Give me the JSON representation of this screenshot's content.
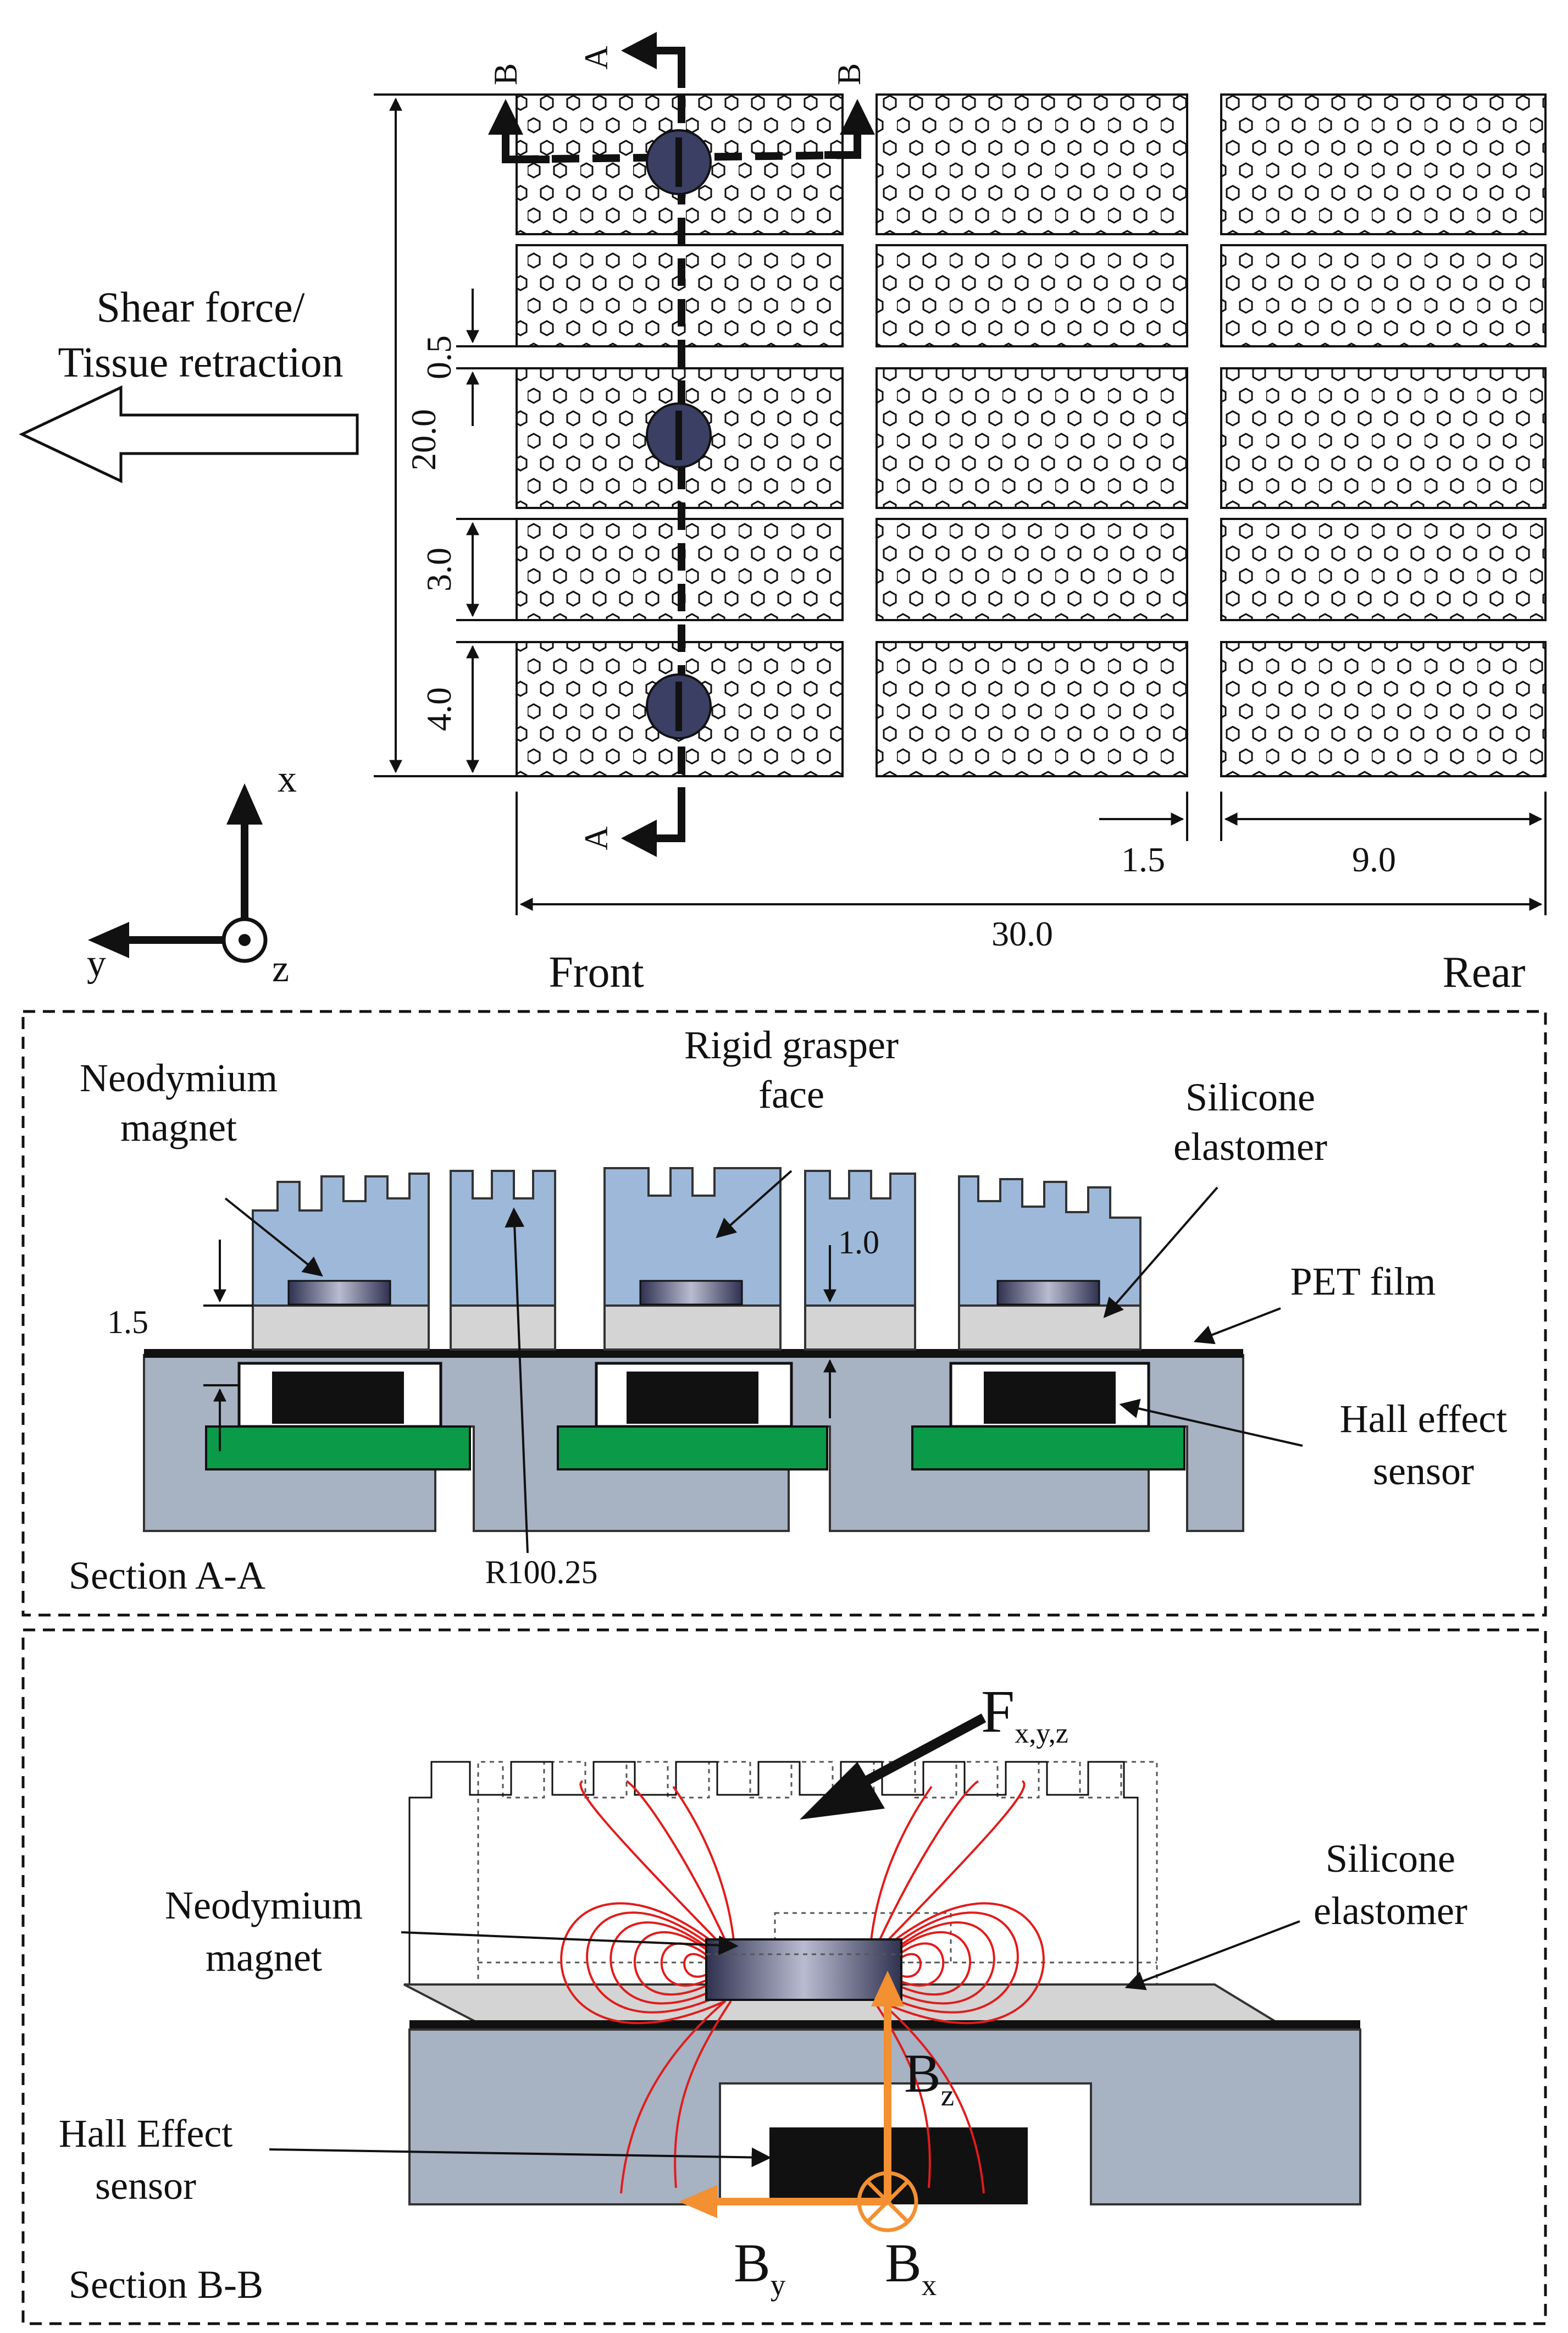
{
  "top_view": {
    "section_marker_a": "A",
    "section_marker_b": "B",
    "shear_label_line1": "Shear force/",
    "shear_label_line2": "Tissue retraction",
    "dim_gap": "0.5",
    "dim_width_total": "20.0",
    "dim_row_small": "3.0",
    "dim_row_large": "4.0",
    "dim_col_gap": "1.5",
    "dim_col_length": "9.0",
    "dim_length_total": "30.0",
    "label_front": "Front",
    "label_rear": "Rear",
    "axis_x": "x",
    "axis_y": "y",
    "axis_z": "z"
  },
  "section_a": {
    "label_magnet_line1": "Neodymium",
    "label_magnet_line2": "magnet",
    "label_face_line1": "Rigid grasper",
    "label_face_line2": "face",
    "label_silicone_line1": "Silicone",
    "label_silicone_line2": "elastomer",
    "label_pet": "PET film",
    "label_hall_line1": "Hall effect",
    "label_hall_line2": "sensor",
    "dim_left": "1.5",
    "dim_mid": "1.0",
    "dim_radius": "R100.25",
    "title": "Section A-A"
  },
  "section_b": {
    "force_main": "F",
    "force_sub": "x,y,z",
    "label_magnet_line1": "Neodymium",
    "label_magnet_line2": "magnet",
    "label_silicone_line1": "Silicone",
    "label_silicone_line2": "elastomer",
    "label_hall_line1": "Hall Effect",
    "label_hall_line2": "sensor",
    "bz_main": "B",
    "bz_sub": "z",
    "by_main": "B",
    "by_sub": "y",
    "bx_main": "B",
    "bx_sub": "x",
    "title": "Section B-B"
  },
  "colors": {
    "face_blue": "#9db8d9",
    "silicone_gray": "#d4d4d4",
    "base_gray": "#a7b2c2",
    "pcb_green": "#0a9a48",
    "field_red": "#e11c1c",
    "vector_orange": "#f29032",
    "marker_navy": "#3b3f63"
  }
}
